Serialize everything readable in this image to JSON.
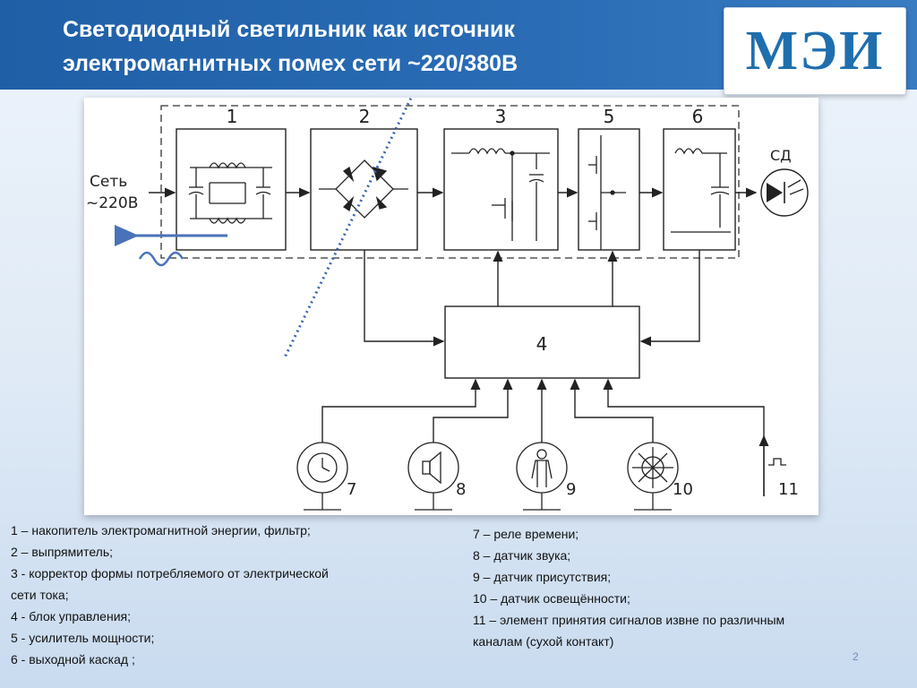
{
  "slide": {
    "title_line1": "Светодиодный светильник как источник",
    "title_line2": "электромагнитных помех сети ~220/380В",
    "logo_text": "МЭИ",
    "page_number": "2"
  },
  "diagram": {
    "block_numbers": [
      "1",
      "2",
      "3",
      "5",
      "6",
      "4"
    ],
    "network_label_line1": "Сеть",
    "network_label_line2": "~220В",
    "led_label": "СД",
    "sensor_numbers": [
      "7",
      "8",
      "9",
      "10",
      "11"
    ]
  },
  "legend_left": [
    "1 – накопитель электромагнитной энергии, фильтр;",
    "2 – выпрямитель;",
    "3 - корректор формы потребляемого от электрической",
    "сети тока;",
    "4 - блок управления;",
    "5 - усилитель мощности;",
    "6 - выходной каскад ;"
  ],
  "legend_right": [
    "7 – реле времени;",
    "8 – датчик звука;",
    "9 – датчик  присутствия;",
    "10 – датчик освещённости;",
    "11 – элемент принятия сигналов извне по различным",
    "каналам (сухой контакт)"
  ],
  "colors": {
    "title_bar": "#2a6db6",
    "noise_arrow": "#4a72b8",
    "dotted_line": "#3b64b0",
    "logo": "#1f6fae"
  }
}
